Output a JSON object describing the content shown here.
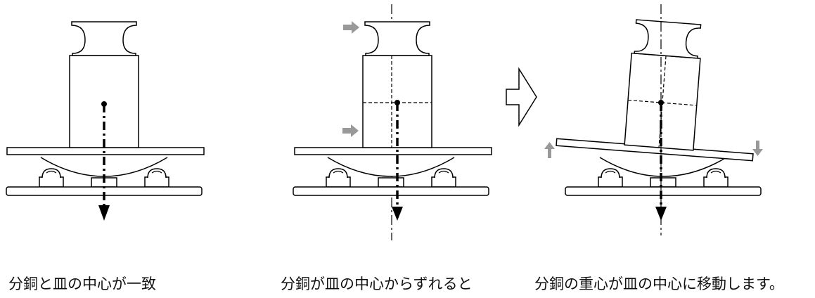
{
  "captions": {
    "centered": "分銅と皿の中心が一致",
    "offset": "分銅が皿の中心からずれると",
    "moved": "分銅の重心が皿の中心に移動します。"
  },
  "colors": {
    "line": "#000000",
    "arrow": "#999999",
    "background": "#ffffff"
  },
  "icons": {
    "push_arrow": "right-arrow-icon",
    "transition_arrow": "hollow-right-arrow-icon",
    "up_arrow": "up-arrow-icon",
    "down_arrow": "down-arrow-icon"
  }
}
